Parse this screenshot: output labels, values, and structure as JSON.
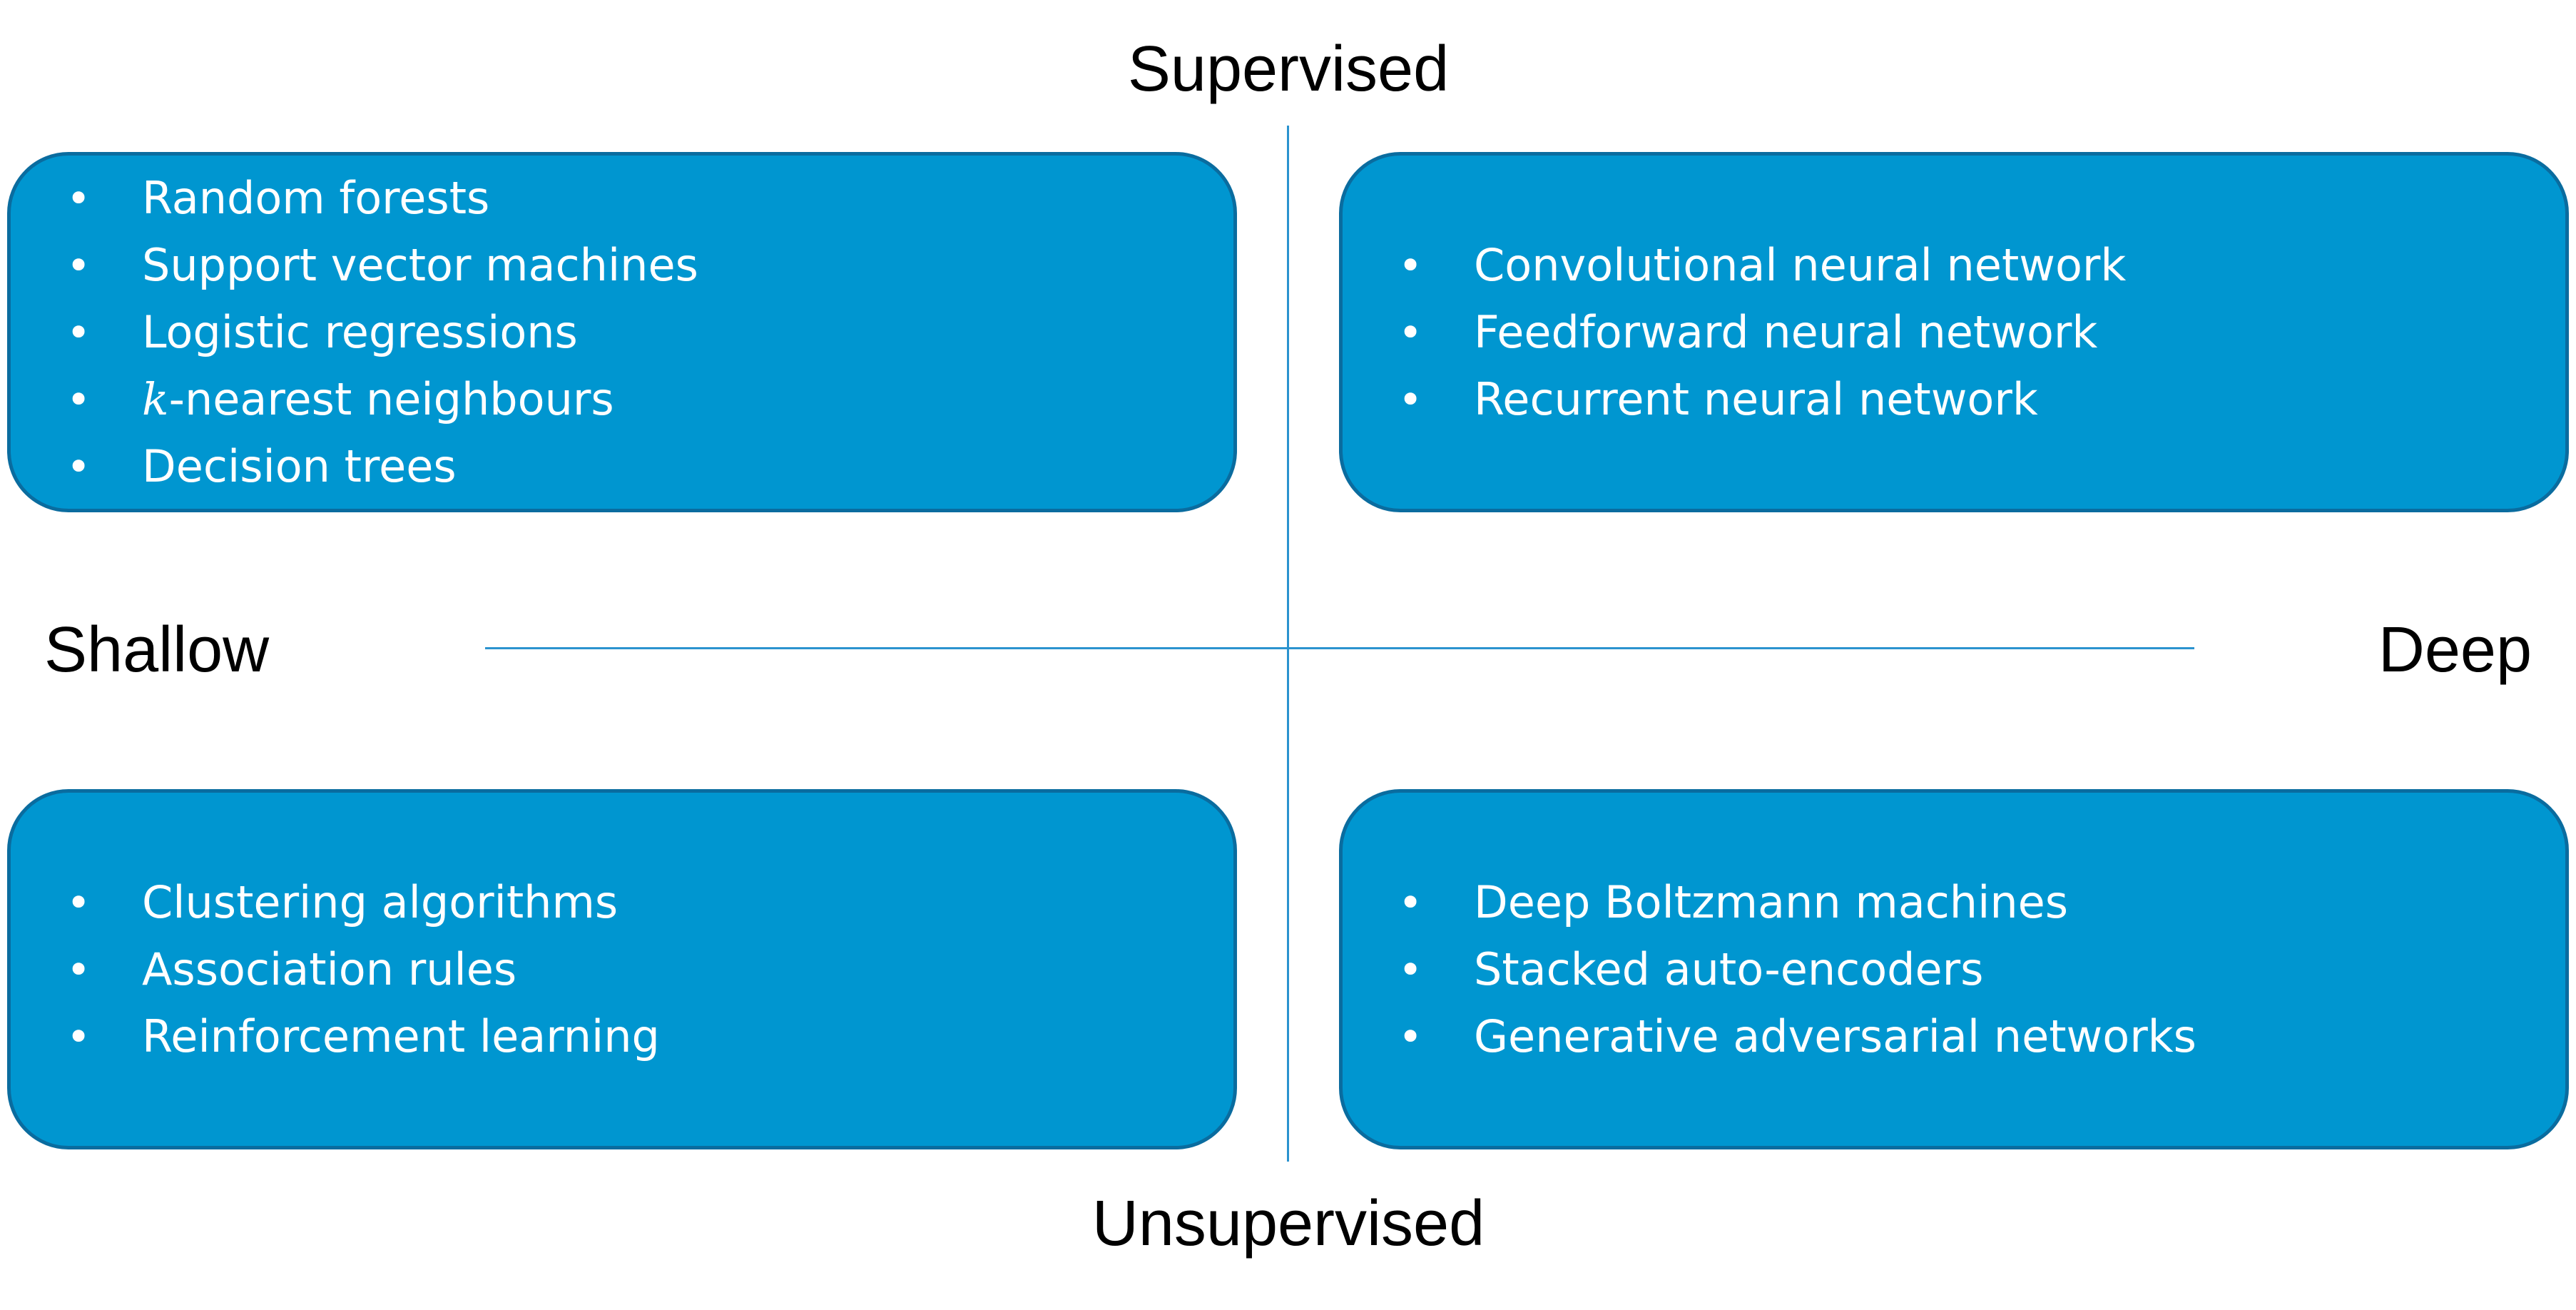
{
  "axes": {
    "top": "Supervised",
    "bottom": "Unsupervised",
    "left": "Shallow",
    "right": "Deep"
  },
  "quadrants": {
    "supervised_shallow": {
      "items": [
        "Random forests",
        "Support vector machines",
        "Logistic regressions",
        "k-nearest neighbours",
        "Decision trees"
      ],
      "italic_prefix_item": {
        "var": "k",
        "rest": "-nearest neighbours"
      }
    },
    "supervised_deep": {
      "items": [
        "Convolutional neural network",
        "Feedforward neural network",
        "Recurrent neural network"
      ]
    },
    "unsupervised_shallow": {
      "items": [
        "Clustering algorithms",
        "Association rules",
        "Reinforcement learning"
      ]
    },
    "unsupervised_deep": {
      "items": [
        "Deep Boltzmann machines",
        "Stacked auto-encoders",
        "Generative adversarial networks"
      ]
    }
  },
  "bullet_glyph": "•",
  "colors": {
    "box_fill": "#0096d0",
    "box_border": "#0a6c9f",
    "axis_line": "#2b93cf",
    "item_text": "#ffffff",
    "axis_text": "#000000"
  }
}
